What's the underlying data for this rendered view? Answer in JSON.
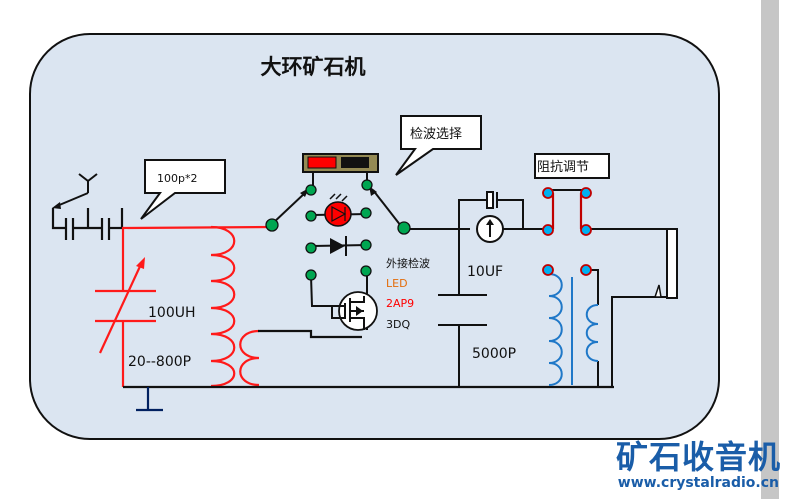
{
  "title": "大环矿石机",
  "callouts": {
    "capacitor": "100p*2",
    "detector_select": "检波选择",
    "impedance": "阻抗调节"
  },
  "labels": {
    "inductor": "100UH",
    "variable_cap": "20--800P",
    "cap_10uf": "10UF",
    "cap_5000p": "5000P"
  },
  "detector_legend": [
    {
      "text": "外接检波",
      "color": "#111111"
    },
    {
      "text": "LED",
      "color": "#e36c0a"
    },
    {
      "text": "2AP9",
      "color": "#ff0000"
    },
    {
      "text": "3DQ",
      "color": "#111111"
    }
  ],
  "watermark": {
    "title": "矿石收音机",
    "url": "www.crystalradio.cn"
  },
  "colors": {
    "panel_bg": "#dbe5f1",
    "tuning_red": "#ff1a1a",
    "terminal_green": "#00a651",
    "terminal_blue": "#00b0f0",
    "terminal_ring": "#c00000",
    "transformer_blue": "#1f78c8",
    "ground_navy": "#002060",
    "brand_blue": "#1a5da8",
    "switch_khaki": "#948a54"
  }
}
